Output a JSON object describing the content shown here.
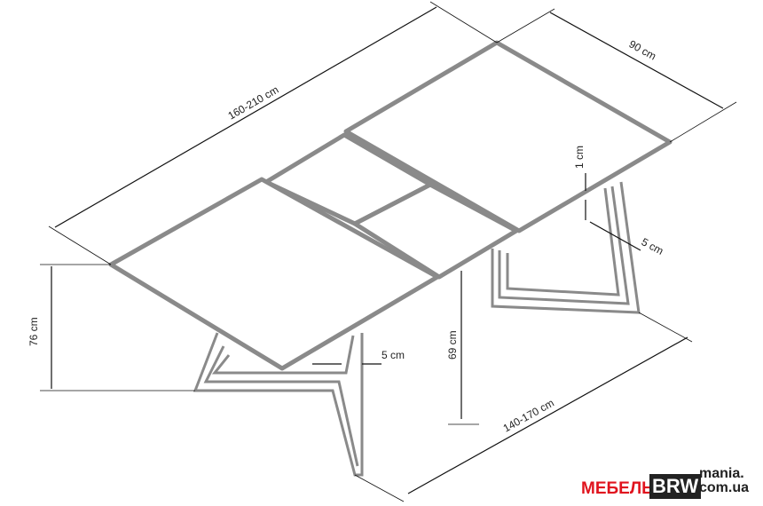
{
  "dimensions": {
    "length": "160-210 cm",
    "width": "90 cm",
    "top_thickness": "1 cm",
    "leg_width_right": "5 cm",
    "total_height": "76 cm",
    "clearance_height": "69 cm",
    "leg_width_front": "5 cm",
    "leg_span": "140-170 cm"
  },
  "logo": {
    "part1": "МЕБЕЛЬ",
    "part2": "BRW",
    "part3": "mania.",
    "part4": "com.ua"
  }
}
